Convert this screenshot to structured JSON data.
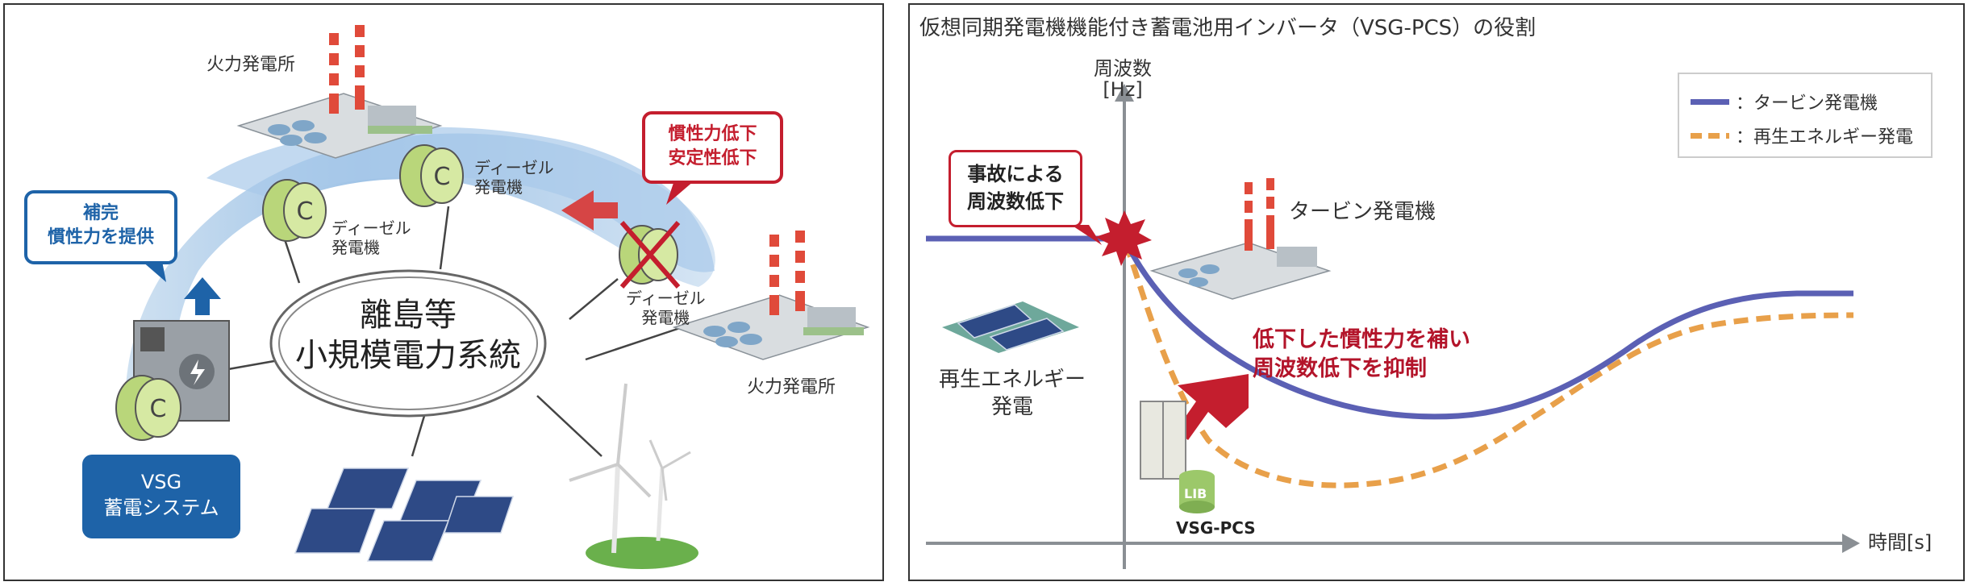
{
  "left": {
    "center_line1": "離島等",
    "center_line2": "小規模電力系統",
    "thermal_top": "火力発電所",
    "thermal_right": "火力発電所",
    "diesel_a_line1": "ディーゼル",
    "diesel_a_line2": "発電機",
    "diesel_b_line1": "ディーゼル",
    "diesel_b_line2": "発電機",
    "diesel_c_line1": "ディーゼル",
    "diesel_c_line2": "発電機",
    "callout_blue_line1": "補完",
    "callout_blue_line2": "慣性力を提供",
    "callout_red_line1": "慣性力低下",
    "callout_red_line2": "安定性低下",
    "vsg_line1": "VSG",
    "vsg_line2": "蓄電システム"
  },
  "right": {
    "title": "仮想同期発電機機能付き蓄電池用インバータ（VSG-PCS）の役割",
    "y_axis_line1": "周波数",
    "y_axis_line2": "[Hz]",
    "x_axis": "時間[s]",
    "legend_turbine": "：タービン発電機",
    "legend_renewable": "：再生エネルギー発電",
    "accident_line1": "事故による",
    "accident_line2": "周波数低下",
    "turbine_label": "タービン発電機",
    "renewable_line1": "再生エネルギー",
    "renewable_line2": "発電",
    "effect_line1": "低下した慣性力を補い",
    "effect_line2": "周波数低下を抑制",
    "lib_label": "LIB",
    "vsg_pcs_label": "VSG-PCS"
  },
  "colors": {
    "blue_callout": "#1e63a8",
    "red_callout": "#c41e2e",
    "turbine_line": "#5b60b4",
    "renewable_line": "#e8a04a",
    "area_blue": "#9dc3e8"
  }
}
